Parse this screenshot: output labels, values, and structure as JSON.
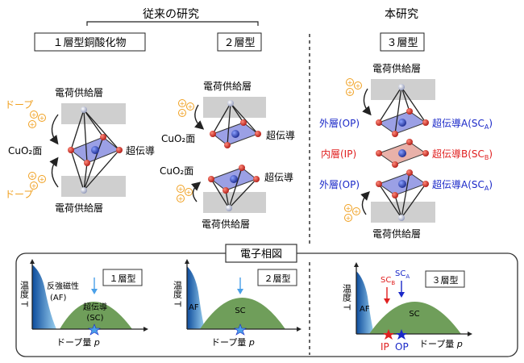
{
  "header": {
    "conventional": "従来の研究",
    "this_work": "本研究"
  },
  "panels": {
    "single": "１層型銅酸化物",
    "double": "２層型",
    "triple": "３層型"
  },
  "labels": {
    "charge_layer": "電荷供給層",
    "dope": "ドープ",
    "cuo2_plane": "CuO₂面",
    "superconductor": "超伝導",
    "outer_layer": "外層(OP)",
    "inner_layer": "内層(IP)",
    "sc_a": "超伝導A(SC",
    "sc_a_sub": "A",
    "sc_b": "超伝導B(SC",
    "sc_b_sub": "B",
    "close_paren": ")",
    "plus": "+"
  },
  "phase": {
    "title": "電子相図",
    "temp_axis": "温度 T",
    "dope_axis_text": "ドープ量 ",
    "dope_axis_var": "p",
    "af_full": "反強磁性",
    "af_short": "(AF)",
    "af": "AF",
    "sc_full": "超伝導",
    "sc_short": "(SC)",
    "sc": "SC",
    "type1": "１層型",
    "type2": "２層型",
    "type3": "３層型",
    "scb_text": "SC",
    "scb_sub": "B",
    "sca_text": "SC",
    "sca_sub": "A",
    "ip": "IP",
    "op": "OP"
  },
  "colors": {
    "charge_gray": "#cfcfcf",
    "plane_blue": "#8a8fe0",
    "plane_pink": "#e7a8a0",
    "oxygen_red": "#d8322a",
    "copper_blue": "#2b3fb0",
    "dope_orange": "#f0a020",
    "af_blue": "#1f6fc4",
    "sc_green": "#6f9e5a",
    "ip_red": "#e02020",
    "op_blue": "#1a28c8"
  }
}
